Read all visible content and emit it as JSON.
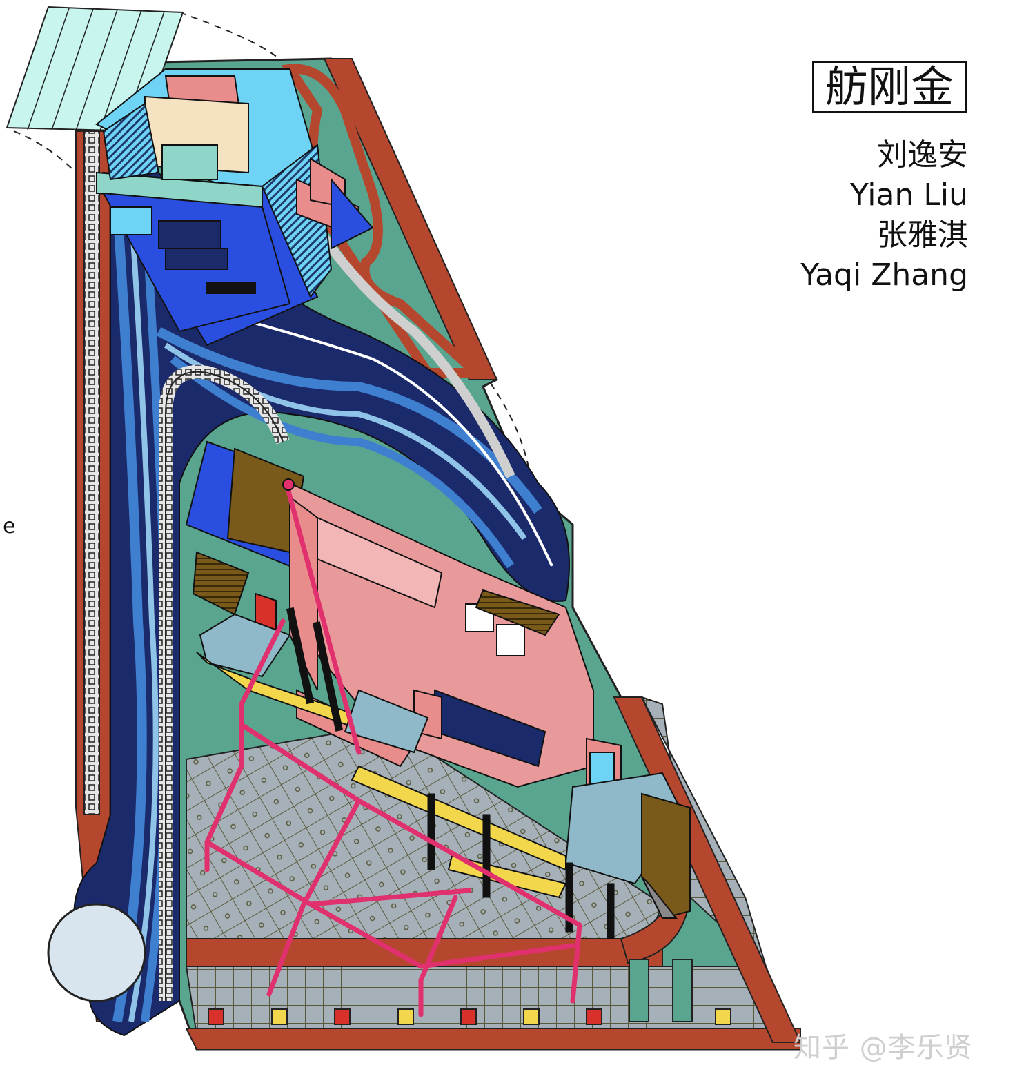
{
  "title": "舫刚金",
  "authors": [
    {
      "name_cn": "刘逸安",
      "name_en": "Yian Liu"
    },
    {
      "name_cn": "张雅淇",
      "name_en": "Yaqi Zhang"
    }
  ],
  "stray_text": "e",
  "watermark": "知乎 @李乐贤",
  "palette": {
    "brick": "#b5472f",
    "green": "#5aa58f",
    "river_dark": "#1b2a6b",
    "river_blue": "#3f7fd0",
    "river_light": "#8fc4e8",
    "tower_blue": "#2a4fe0",
    "tower_cyan": "#6fd3f5",
    "pink": "#e89a9a",
    "magenta_pipe": "#e0306e",
    "yellow": "#f2d64b",
    "olive": "#7a5a1a",
    "grid_gray": "#a6b0b8",
    "mint_roof": "#c8f5ee"
  }
}
